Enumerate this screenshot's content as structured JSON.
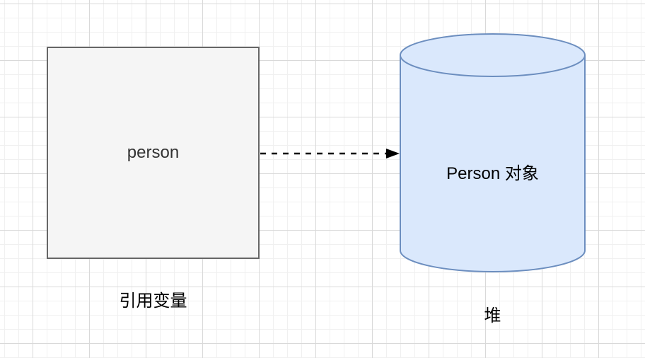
{
  "diagram": {
    "reference_box": {
      "label": "person"
    },
    "heap_cylinder": {
      "label": "Person 对象"
    },
    "caption_left": "引用变量",
    "caption_right": "堆"
  },
  "colors": {
    "canvas_bg": "#ffffff",
    "grid_minor": "#f0f0f0",
    "grid_major": "#d9d9d9",
    "box_fill": "#f5f5f5",
    "box_border": "#666666",
    "box_text": "#333333",
    "cylinder_fill": "#dae8fc",
    "cylinder_border": "#6c8ebf",
    "cylinder_text": "#000000",
    "arrow_color": "#000000",
    "caption_text": "#000000"
  }
}
